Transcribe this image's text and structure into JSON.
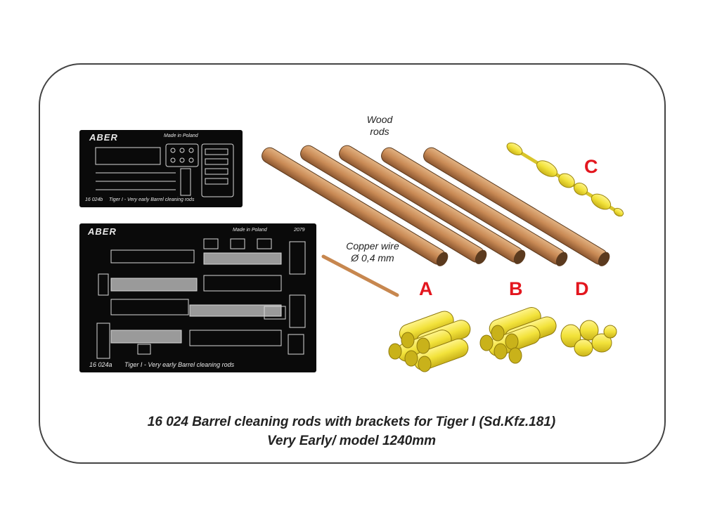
{
  "caption": {
    "line1": "16 024   Barrel cleaning rods with brackets for Tiger I (Sd.Kfz.181)",
    "line2": "Very Early/ model 1240mm"
  },
  "labels": {
    "wood_rods_line1": "Wood",
    "wood_rods_line2": "rods",
    "copper_wire_line1": "Copper wire",
    "copper_wire_line2": "Ø 0,4 mm"
  },
  "parts": {
    "a": "A",
    "b": "B",
    "c": "C",
    "d": "D"
  },
  "fret_small": {
    "brand": "ABER",
    "made_in": "Made in Poland",
    "code": "16 024b",
    "title": "Tiger I - Very early Barrel cleaning rods"
  },
  "fret_large": {
    "brand": "ABER",
    "made_in": "Made in Poland",
    "year": "2079",
    "code": "16 024a",
    "title": "Tiger I - Very early Barrel cleaning rods"
  },
  "colors": {
    "accent_letters": "#e3161e",
    "wood": "#c98a55",
    "resin": "#f2e23a",
    "fret": "#0a0a0a"
  }
}
